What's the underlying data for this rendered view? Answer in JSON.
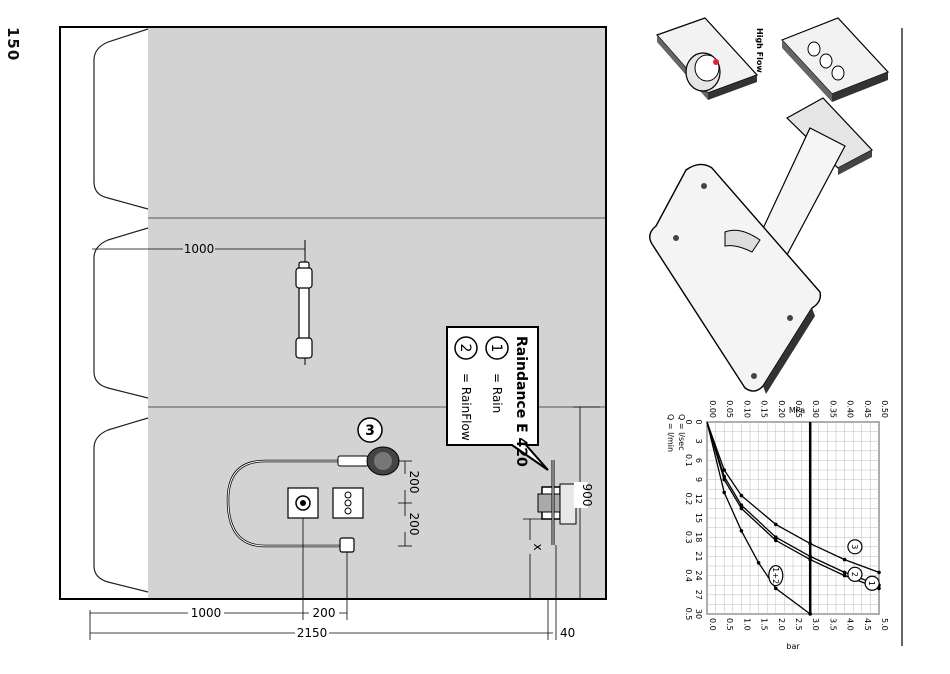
{
  "page_number": "150",
  "dimensions": {
    "d1000_top": "1000",
    "d1000_bottom": "1000",
    "d200_bottom": "200",
    "d2150": "2150",
    "d40": "40",
    "d200_a": "200",
    "d200_b": "200",
    "d900": "900",
    "dx": "x"
  },
  "callout": {
    "title": "Raindance E 420",
    "item1_num": "1",
    "item1_text": "= Rain",
    "item2_num": "2",
    "item2_text": "= RainFlow"
  },
  "marker_3": "3",
  "product_label": "High Flow",
  "chart": {
    "top_label": "MPa",
    "q_lmin_label": "Q = l/min",
    "q_lsec_label": "Q = l/sec",
    "bottom_label": "bar",
    "mpa_ticks": [
      "0.00",
      "0.05",
      "0.10",
      "0.15",
      "0.20",
      "0.25",
      "0.30",
      "0.35",
      "0.40",
      "0.45",
      "0.50"
    ],
    "bar_ticks": [
      "0.0",
      "0.5",
      "1.0",
      "1.5",
      "2.0",
      "2.5",
      "3.0",
      "3.5",
      "4.0",
      "4.5",
      "5.0"
    ],
    "lmin_ticks": [
      "0",
      "3",
      "6",
      "9",
      "12",
      "15",
      "18",
      "21",
      "24",
      "27",
      "30"
    ],
    "lsec_ticks": [
      "0",
      "0.1",
      "0.2",
      "0.3",
      "0.4",
      "0.5"
    ],
    "curve_labels": [
      "3",
      "2",
      "1",
      "1+2"
    ]
  },
  "chart_data": {
    "type": "line",
    "xlabel": "bar",
    "ylabel": "Q = l/min",
    "xlim": [
      0,
      5
    ],
    "ylim": [
      0,
      30
    ],
    "series": [
      {
        "name": "1",
        "x": [
          0,
          0.5,
          1,
          2,
          3,
          4,
          5
        ],
        "y": [
          0,
          9,
          13.5,
          18.5,
          21.5,
          24,
          26
        ]
      },
      {
        "name": "2",
        "x": [
          0,
          0.5,
          1,
          2,
          3,
          4,
          5
        ],
        "y": [
          0,
          8.5,
          13,
          18,
          21,
          23.5,
          25.5
        ]
      },
      {
        "name": "3",
        "x": [
          0,
          0.5,
          1,
          2,
          3,
          4,
          5
        ],
        "y": [
          0,
          7.5,
          11.5,
          16,
          19,
          21.5,
          23.5
        ]
      },
      {
        "name": "1+2",
        "x": [
          0,
          0.5,
          1,
          1.5,
          2,
          3
        ],
        "y": [
          0,
          11,
          17,
          22,
          26,
          30
        ]
      }
    ]
  }
}
